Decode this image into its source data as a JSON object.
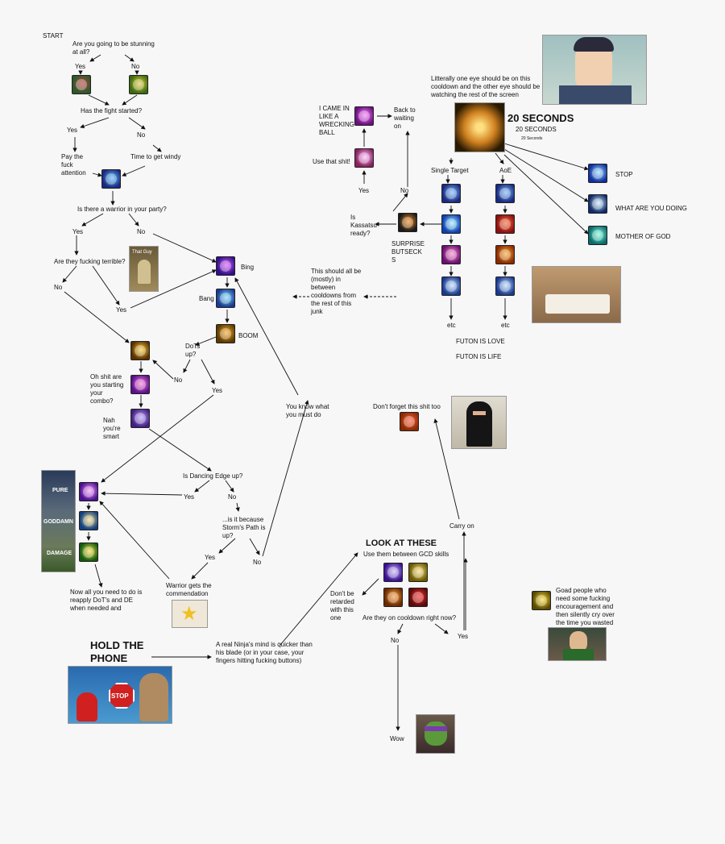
{
  "text": {
    "start": "START",
    "stunning_q": "Are you going to be stunning\nat all?",
    "yes1": "Yes",
    "no1": "No",
    "fight_q": "Has the fight started?",
    "yes2": "Yes",
    "no2": "No",
    "pay_attention": "Pay the\nfuck\nattention",
    "windy": "Time to get windy",
    "warrior_q": "Is there a warrior in your party?",
    "yes3": "Yes",
    "no3": "No",
    "terrible_q": "Are they fucking terrible?",
    "that_guy": "That Guy",
    "no4": "No",
    "yes4": "Yes",
    "bing": "Bing",
    "bang": "Bang",
    "boom": "BOOM",
    "dots_q": "DoTs\nup?",
    "no5": "No",
    "yes5": "Yes",
    "oh_shit": "Oh shit are\nyou starting\nyour\ncombo?",
    "nah_smart": "Nah\nyou're\nsmart",
    "dancing_q": "Is Dancing Edge up?",
    "yes6": "Yes",
    "no6": "No",
    "storms_q": "...is it because\nStorm's Path is\nup?",
    "yes7": "Yes",
    "no7": "No",
    "warrior_commend": "Warrior gets the\ncommendation",
    "pure": "PURE",
    "goddamn": "GODDAMN",
    "damage": "DAMAGE",
    "reapply": "Now all you need to do is\nreapply DoT's and DE\nwhen needed and",
    "hold_phone": "HOLD THE\nPHONE",
    "stop_sign": "STOP",
    "ninja_mind": "A real Ninja's mind is quicker than\nhis blade (or in your case, your\nfingers hitting fucking buttons)",
    "you_know": "You know what\nyou must do",
    "literally": "Litterally one eye should be on this\ncooldown and the other eye should be\nwatching the rest of the screen",
    "twenty_big": "20 SECONDS",
    "twenty_mid": "20 SECONDS",
    "twenty_small": "20 Seconds",
    "wrecking": "I CAME IN\nLIKE A\nWRECKING\nBALL",
    "back_waiting": "Back to\nwaiting\non",
    "use_that": "Use that shit!",
    "yes8": "Yes",
    "no8": "No",
    "kassatsu_q": "Is\nKassatsu\nready?",
    "surprise": "SURPRISE\nBUTSECK\nS",
    "single_target": "Single Target",
    "aoe": "AoE",
    "stop": "STOP",
    "what_doing": "WHAT ARE YOU DOING",
    "mother": "MOTHER OF GOD",
    "cooldowns": "This should all be\n(mostly) in\nbetween\ncooldowns from\nthe rest of this\njunk",
    "etc1": "etc",
    "etc2": "etc",
    "futon_love": "FUTON IS LOVE",
    "futon_life": "FUTON IS LIFE",
    "dont_forget": "Don't forget this shit too",
    "carry_on": "Carry on",
    "look_these": "LOOK AT THESE",
    "use_between": "Use them between GCD skills",
    "dont_retarded": "Don't be\nretarded\nwith this\none",
    "on_cooldown_q": "Are they on cooldown right now?",
    "no9": "No",
    "yes9": "Yes",
    "wow": "Wow",
    "goad": "Goad people who\nneed some fucking\nencouragement and\nthen silently cry over\nthe time you wasted"
  },
  "icons": [
    {
      "name": "fuma-shuriken-icon",
      "c1": "#2a5a2a",
      "c2": "#c04040"
    },
    {
      "name": "kiss-of-the-wasp-icon",
      "c1": "#3a6a10",
      "c2": "#e8d040"
    },
    {
      "name": "mutilate-icon",
      "c1": "#1a2a80",
      "c2": "#60c0ff"
    },
    {
      "name": "spinning-edge-icon",
      "c1": "#30108a",
      "c2": "#e060ff"
    },
    {
      "name": "gust-slash-icon",
      "c1": "#1a3a90",
      "c2": "#80e0ff"
    },
    {
      "name": "aeolian-edge-icon",
      "c1": "#5a3a00",
      "c2": "#ffb030"
    },
    {
      "name": "shadow-fang-icon",
      "c1": "#5a3000",
      "c2": "#ffd040"
    },
    {
      "name": "combo-spinning-icon",
      "c1": "#5a108a",
      "c2": "#ff80e0"
    },
    {
      "name": "combo-gust-icon",
      "c1": "#402080",
      "c2": "#c0a0ff"
    },
    {
      "name": "pure-spin-icon",
      "c1": "#4a1090",
      "c2": "#ffa0ff"
    },
    {
      "name": "pure-gust-icon",
      "c1": "#104080",
      "c2": "#ffe080"
    },
    {
      "name": "pure-dancing-icon",
      "c1": "#105a10",
      "c2": "#ffe040"
    },
    {
      "name": "trick-attack-icon",
      "c1": "#6a1080",
      "c2": "#ff80ff"
    },
    {
      "name": "ninjutsu-icon",
      "c1": "#8a2060",
      "c2": "#ffc0ff"
    },
    {
      "name": "kassatsu-icon",
      "c1": "#3a2a00",
      "c2": "#ffa020"
    },
    {
      "name": "raiton-icon",
      "c1": "#1030a0",
      "c2": "#a0e0ff"
    },
    {
      "name": "hyoton-icon",
      "c1": "#102a6a",
      "c2": "#d0f0ff"
    },
    {
      "name": "huton-icon",
      "c1": "#0a6a6a",
      "c2": "#80ffe0"
    },
    {
      "name": "sneak-attack-icon",
      "c1": "#6a3a90",
      "c2": "#ffd080"
    },
    {
      "name": "st-fuma-icon",
      "c1": "#1a2a80",
      "c2": "#80c0ff"
    },
    {
      "name": "st-raiton-icon",
      "c1": "#1040b0",
      "c2": "#a0f0ff"
    },
    {
      "name": "st-suiton-icon",
      "c1": "#6a1070",
      "c2": "#ff90d0"
    },
    {
      "name": "st-fuma2-icon",
      "c1": "#1a3a90",
      "c2": "#c0e0ff"
    },
    {
      "name": "aoe-fuma-icon",
      "c1": "#1a2a80",
      "c2": "#80c0ff"
    },
    {
      "name": "aoe-katon-icon",
      "c1": "#8a1010",
      "c2": "#ff7040"
    },
    {
      "name": "aoe-doton-icon",
      "c1": "#8a2a00",
      "c2": "#ffb040"
    },
    {
      "name": "aoe-fuma2-icon",
      "c1": "#1a3a90",
      "c2": "#c0e0ff"
    },
    {
      "name": "dream-within-icon",
      "c1": "#8a2a00",
      "c2": "#ff6040"
    },
    {
      "name": "shade-shift-icon",
      "c1": "#3a1090",
      "c2": "#d0c0ff"
    },
    {
      "name": "mug-icon",
      "c1": "#6a5a00",
      "c2": "#ffe080"
    },
    {
      "name": "jugulate-icon",
      "c1": "#6a2a00",
      "c2": "#ffa040"
    },
    {
      "name": "duality-icon",
      "c1": "#5a0a0a",
      "c2": "#ff3030"
    },
    {
      "name": "goad-icon",
      "c1": "#5a4a00",
      "c2": "#ffe040"
    },
    {
      "name": "ten-chi-jin-icon",
      "c1": "#1a1a1a",
      "c2": "#ff9020"
    }
  ]
}
